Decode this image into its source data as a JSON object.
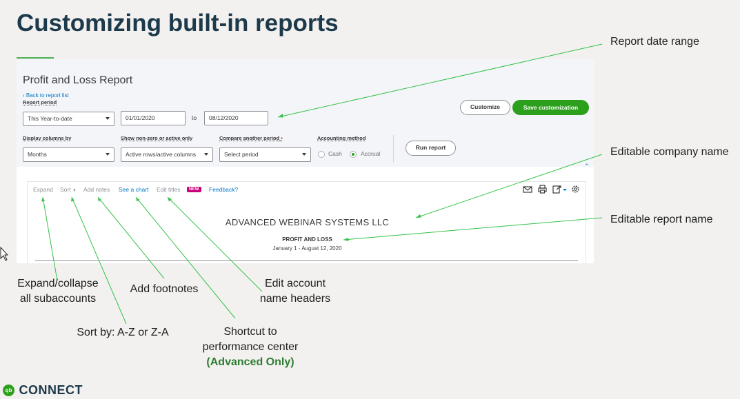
{
  "slide": {
    "title": "Customizing built-in reports"
  },
  "report_screen": {
    "title": "Profit and Loss Report",
    "back_link": "Back to report list",
    "report_period_label": "Report period",
    "report_period_value": "This Year-to-date",
    "from_date": "01/01/2020",
    "to_label": "to",
    "to_date": "08/12/2020",
    "customize_label": "Customize",
    "save_customization_label": "Save customization",
    "display_columns_label": "Display columns by",
    "display_columns_value": "Months",
    "show_nonzero_label": "Show non-zero or active only",
    "show_nonzero_value": "Active rows/active columns",
    "compare_label": "Compare another period",
    "compare_required": "•",
    "compare_value": "Select period",
    "accounting_method_label": "Accounting method",
    "accounting_options": [
      "Cash",
      "Accrual"
    ],
    "accounting_selected": "Accrual",
    "run_report_label": "Run report"
  },
  "report_toolbar": {
    "expand": "Expand",
    "sort": "Sort",
    "add_notes": "Add notes",
    "see_chart": "See a chart",
    "edit_titles": "Edit titles",
    "new_badge": "NEW",
    "feedback": "Feedback?",
    "icons": [
      "email-icon",
      "print-icon",
      "export-icon",
      "settings-icon"
    ]
  },
  "report_header": {
    "company_name": "ADVANCED WEBINAR SYSTEMS LLC",
    "report_name": "PROFIT AND LOSS",
    "date_range": "January 1 - August 12, 2020"
  },
  "annotations": {
    "report_date_range": "Report date range",
    "editable_company_name": "Editable company name",
    "editable_report_name": "Editable report name",
    "expand_collapse": [
      "Expand/collapse",
      "all subaccounts"
    ],
    "add_footnotes": "Add footnotes",
    "edit_account": [
      "Edit account",
      "name headers"
    ],
    "sort_by": "Sort by: A-Z or Z-A",
    "shortcut": [
      "Shortcut to",
      "performance center"
    ],
    "advanced_only": "(Advanced Only)"
  },
  "branding": {
    "logo_mark": "qb",
    "logo_text": "CONNECT"
  },
  "colors": {
    "title": "#1c3a4b",
    "accent_green": "#2ca01c",
    "link_blue": "#0077c5",
    "annotation_line": "#34c24a"
  }
}
